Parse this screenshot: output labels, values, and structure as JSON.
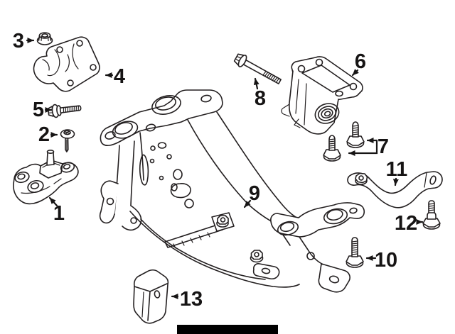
{
  "figure": {
    "type": "exploded-parts-line-diagram",
    "subject": "engine-and-transmission-mounting",
    "background": "#ffffff",
    "line_color": "#231f20",
    "label_color": "#161414",
    "callouts": [
      {
        "label": "1",
        "part": "engine-mount-left"
      },
      {
        "label": "2",
        "part": "washer-head-screw"
      },
      {
        "label": "3",
        "part": "flange-nut"
      },
      {
        "label": "4",
        "part": "mount-bracket-plate"
      },
      {
        "label": "5",
        "part": "flange-bolt-short"
      },
      {
        "label": "6",
        "part": "engine-mount-bracket-right"
      },
      {
        "label": "7",
        "part": "flange-bolt-pair"
      },
      {
        "label": "8",
        "part": "long-flange-bolt"
      },
      {
        "label": "9",
        "part": "crossmember-subframe"
      },
      {
        "label": "10",
        "part": "flange-bolt-lower-right"
      },
      {
        "label": "11",
        "part": "support-strap-bracket"
      },
      {
        "label": "12",
        "part": "stud-flange-bolt"
      },
      {
        "label": "13",
        "part": "rubber-damper-block"
      }
    ],
    "redaction_bar": {
      "color": "#000000"
    }
  }
}
